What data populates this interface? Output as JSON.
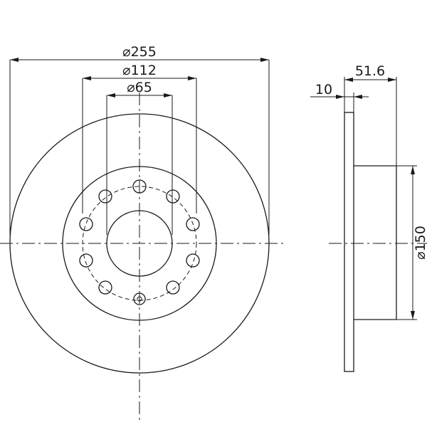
{
  "drawing": {
    "front_view": {
      "outer_diameter_label": "⌀255",
      "hub_diameter_label": "⌀112",
      "center_bore_label": "⌀65",
      "bolt_hole_count": 10
    },
    "side_view": {
      "total_height_label": "51.6",
      "disc_thickness_label": "10",
      "hat_diameter_label": "⌀150"
    }
  }
}
